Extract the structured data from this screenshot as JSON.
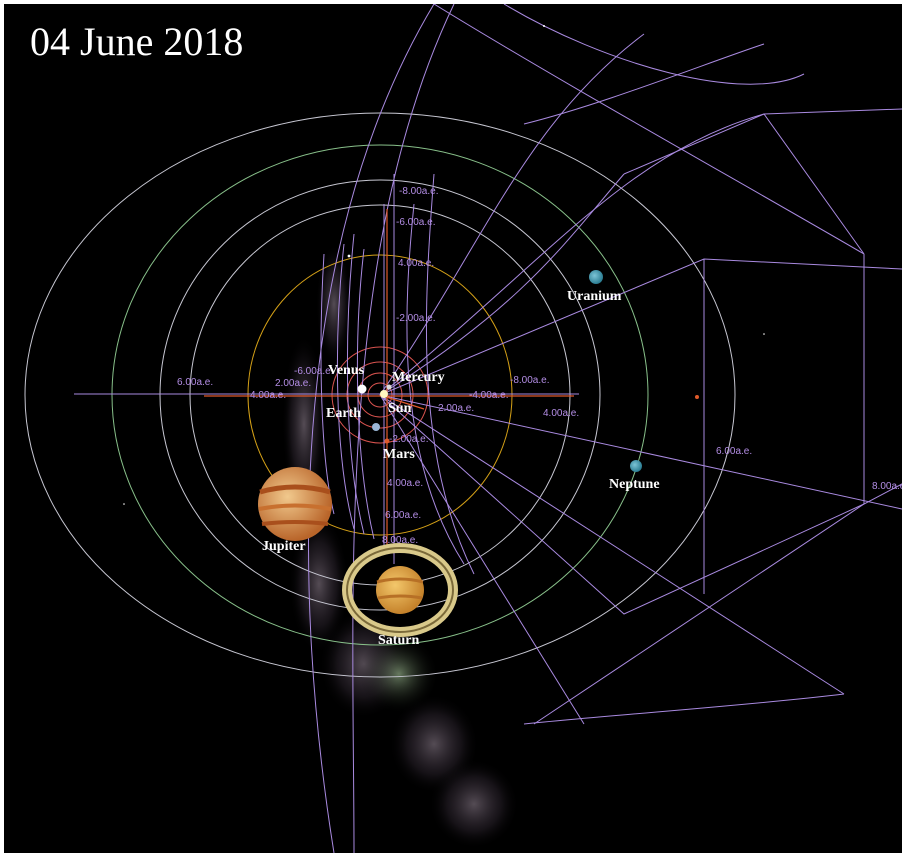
{
  "date": "04 June 2018",
  "planets": {
    "mercury": "Mercury",
    "venus": "Venus",
    "earth": "Earth",
    "sun": "Sun",
    "mars": "Mars",
    "jupiter": "Jupiter",
    "saturn": "Saturn",
    "uranus": "Uranium",
    "neptune": "Neptune"
  },
  "axis_labels": {
    "m8": "-8.00a.e.",
    "m6": "-6.00a.e.",
    "m4": "-4.00a.e.",
    "m2": "-2.00a.e.",
    "p2": "2.00a.e.",
    "p4": "4.00a.e.",
    "p6": "6.00a.e.",
    "p8": "8.00a.e.",
    "e8": "8.00a.e"
  },
  "colors": {
    "background": "#000000",
    "grid": "#a98ae0",
    "axis": "#e05a2a",
    "orbit_mercury": "#d9534f",
    "orbit_jupiter": "#d4a017",
    "orbit_saturn": "#88c08a",
    "orbit_outer": "#c7c7d2"
  }
}
